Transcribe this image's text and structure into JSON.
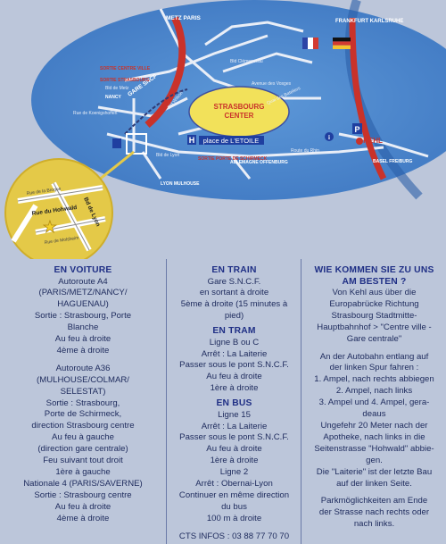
{
  "map": {
    "cities_top": "METZ\nPARIS",
    "frankfurt": "FRANKFURT\nKARLSRUHE",
    "gare_sncf": "GARE SNCF",
    "center_line1": "STRASBOURG",
    "center_line2": "CENTER",
    "place_etoile": "place de L'ETOILE",
    "kehl": "KEHL",
    "route_rhin": "Route du Rhin",
    "bld_lyon": "Bld de Lyon",
    "bld_clemenceau": "Bld Clémenceau",
    "bld_vosges": "Avenue des Vosges",
    "bld_metz": "Bld de Metz",
    "rue_koenigshoffen": "Rue de Koenigshoffen",
    "bld_wilson": "Bld Wilson",
    "quai_bateliers": "Quai des Bateliers",
    "sortie_centre": "SORTIE\nCENTRE\nVILLE",
    "sortie_strasbourg": "SORTIE\nSTRASBOURG",
    "nancy": "NANCY",
    "sortie_schirmeck": "SORTIE\nPORTE DE\nSCHIRMECK",
    "allemagne": "ALLEMAGNE\nOFFENBURG",
    "lyon_mulhouse": "LYON\nMULHOUSE",
    "basel": "BASEL\nFREIBURG",
    "inset_rue_hohwald": "Rue du Hohwald",
    "inset_rue_brulee": "Rue de la Broque",
    "inset_bld_lyon": "Bd de Lyon",
    "inset_rue_molsheim": "Rue de Molsheim",
    "info_i": "i",
    "parking_p": "P",
    "hotel_h": "H",
    "colors": {
      "ellipse": "#4a86cc",
      "road_red": "#c9322a",
      "center": "#f2e15a",
      "inset": "#e4c948",
      "blue_sign": "#1f3fa0"
    }
  },
  "voiture": {
    "title": "EN VOITURE",
    "lines": [
      "Autoroute A4",
      "(PARIS/METZ/NANCY/",
      "HAGUENAU)",
      "Sortie : Strasbourg, Porte",
      "Blanche",
      "Au feu à droite",
      "4ème à droite",
      "",
      "Autoroute A36",
      "(MULHOUSE/COLMAR/",
      "SELESTAT)",
      "Sortie : Strasbourg,",
      "Porte de Schirmeck,",
      "direction Strasbourg centre",
      "Au feu à gauche",
      "(direction gare centrale)",
      "Feu suivant tout droit",
      "1ère à gauche",
      "Nationale 4 (PARIS/SAVERNE)",
      "Sortie : Strasbourg centre",
      "Au feu à droite",
      "4ème à droite"
    ]
  },
  "train": {
    "title": "EN TRAIN",
    "lines": [
      "Gare S.N.C.F.",
      "en sortant à droite",
      "5ème à droite (15 minutes à",
      "pied)"
    ]
  },
  "tram": {
    "title": "EN TRAM",
    "lines": [
      "Ligne B ou C",
      "Arrêt : La Laiterie",
      "Passer sous le pont S.N.C.F.",
      "Au feu à droite",
      "1ère à droite"
    ]
  },
  "bus": {
    "title": "EN BUS",
    "lines": [
      "Ligne 15",
      "Arrêt : La Laiterie",
      "Passer sous le pont S.N.C.F.",
      "Au feu à droite",
      "1ère à droite",
      "Ligne 2",
      "Arrêt : Obernai-Lyon",
      "Continuer en même direction",
      "du bus",
      "100 m à droite"
    ]
  },
  "cts": "CTS INFOS : 03 88 77 70 70",
  "german": {
    "title_1": "WIE KOMMEN SIE ZU UNS",
    "title_2": "AM BESTEN ?",
    "lines": [
      "Von Kehl aus über die",
      "Europabrücke Richtung",
      "Strasbourg Stadtmitte-",
      "Hauptbahnhof > \"Centre ville -",
      "Gare centrale\"",
      "",
      "An der Autobahn entlang auf",
      "der linken Spur fahren :",
      "1. Ampel, nach rechts abbiegen",
      "2. Ampel, nach links",
      "3. Ampel und 4. Ampel, gera-",
      "deaus",
      "Ungefehr 20 Meter nach der",
      "Apotheke, nach links in die",
      "Seitenstrasse \"Hohwald\" abbie-",
      "gen.",
      "Die \"Laiterie\" ist der letzte Bau",
      "auf der linken Seite.",
      "",
      "Parkmöglichkeiten am Ende",
      "der Strasse nach rechts oder",
      "nach links."
    ]
  }
}
